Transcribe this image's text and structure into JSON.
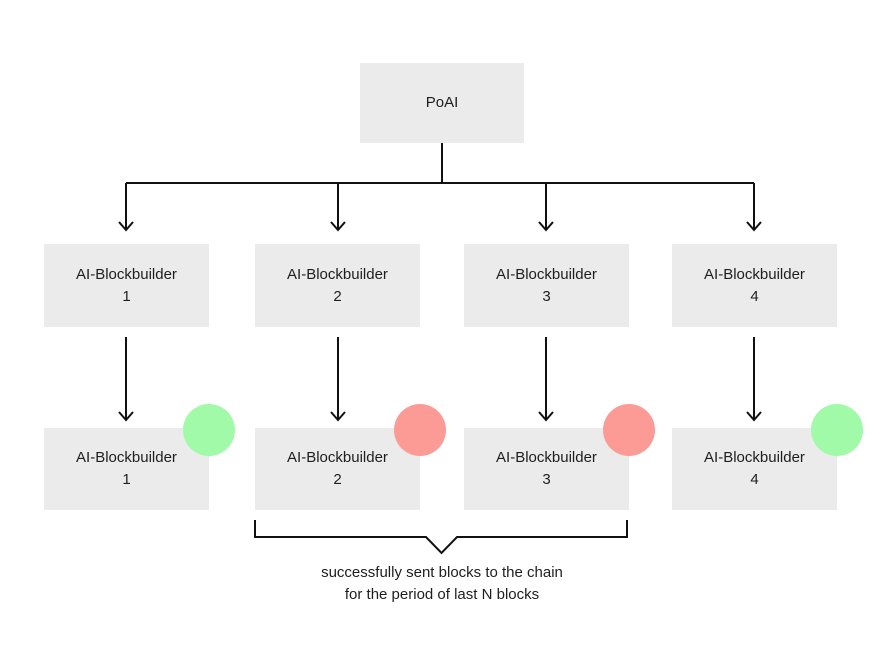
{
  "diagram": {
    "root_node": {
      "label": "PoAI"
    },
    "builder_nodes": [
      {
        "title": "AI-Blockbuilder",
        "number": "1"
      },
      {
        "title": "AI-Blockbuilder",
        "number": "2"
      },
      {
        "title": "AI-Blockbuilder",
        "number": "3"
      },
      {
        "title": "AI-Blockbuilder",
        "number": "4"
      }
    ],
    "result_nodes": [
      {
        "title": "AI-Blockbuilder",
        "number": "1",
        "status": "success",
        "status_color": "#A0FAA8"
      },
      {
        "title": "AI-Blockbuilder",
        "number": "2",
        "status": "fail",
        "status_color": "#FC9B95"
      },
      {
        "title": "AI-Blockbuilder",
        "number": "3",
        "status": "fail",
        "status_color": "#FC9B95"
      },
      {
        "title": "AI-Blockbuilder",
        "number": "4",
        "status": "success",
        "status_color": "#A0FAA8"
      }
    ],
    "annotation": {
      "line1": "successfully sent blocks to the chain",
      "line2": "for the period of last N blocks"
    },
    "colors": {
      "node_fill": "#EBEBEB",
      "line": "#111111",
      "text": "#1E1E1E",
      "status_success": "#A0FAA8",
      "status_fail": "#FC9B95",
      "background": "#FFFFFF"
    }
  }
}
